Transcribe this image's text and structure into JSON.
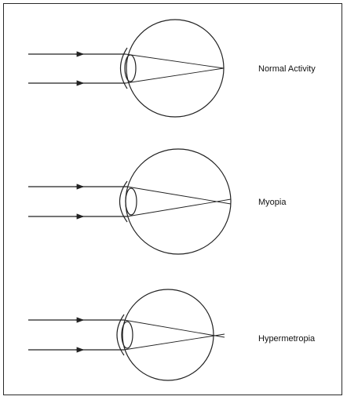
{
  "labels": {
    "normal": "Normal Activity",
    "myopia": "Myopia",
    "hypermetropia": "Hypermetropia"
  },
  "colors": {
    "stroke": "#222222",
    "background": "#ffffff"
  }
}
